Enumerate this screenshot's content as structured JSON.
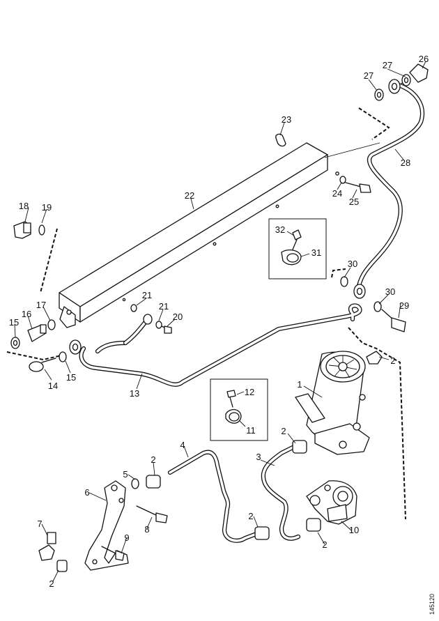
{
  "figure_number": "145120",
  "callouts": [
    "1",
    "2",
    "3",
    "4",
    "5",
    "6",
    "7",
    "8",
    "9",
    "10",
    "11",
    "12",
    "13",
    "14",
    "15",
    "16",
    "17",
    "18",
    "19",
    "20",
    "21",
    "22",
    "23",
    "24",
    "25",
    "26",
    "27",
    "28",
    "29",
    "30",
    "31",
    "32"
  ],
  "repeated_callouts": {
    "c2": "2",
    "c15": "15",
    "c21": "21",
    "c27": "27",
    "c30": "30"
  }
}
